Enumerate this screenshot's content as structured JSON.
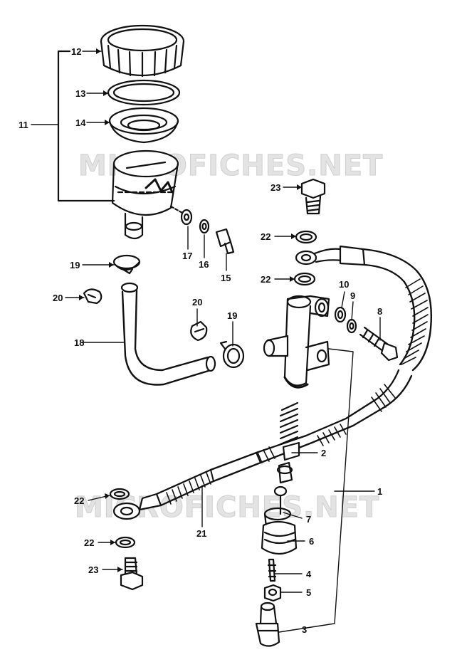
{
  "watermark": "MICROFICHES.NET",
  "callouts": {
    "c1": "1",
    "c2": "2",
    "c3": "3",
    "c4": "4",
    "c5": "5",
    "c6": "6",
    "c7": "7",
    "c8": "8",
    "c9": "9",
    "c10": "10",
    "c11": "11",
    "c12": "12",
    "c13": "13",
    "c14": "14",
    "c15": "15",
    "c16": "16",
    "c17": "17",
    "c18": "18",
    "c19": "19",
    "c20": "20",
    "c21": "21",
    "c22": "22",
    "c23": "23"
  },
  "colors": {
    "ink": "#111111",
    "paper": "#ffffff",
    "watermark": "#e3e3e3"
  }
}
